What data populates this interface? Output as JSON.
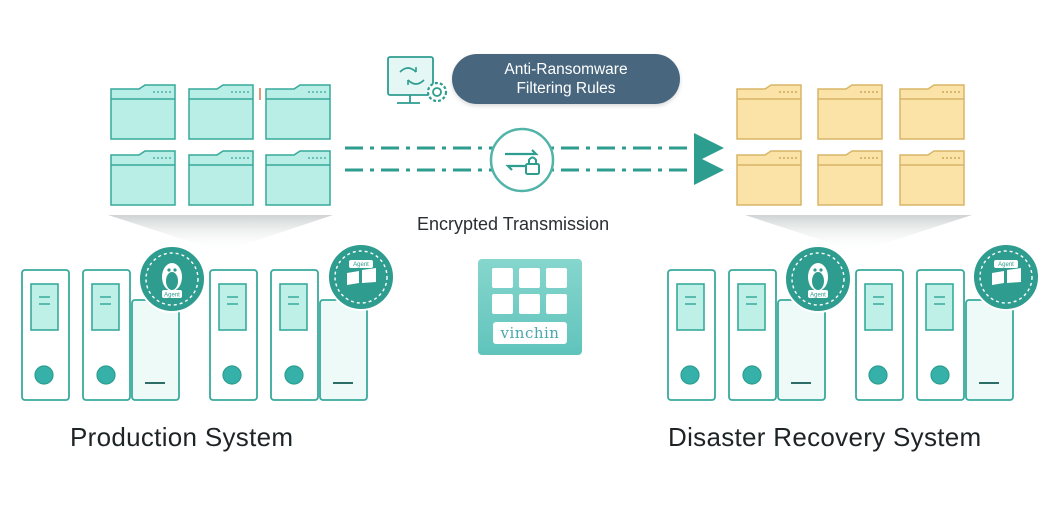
{
  "production_system": {
    "label": "Production System"
  },
  "disaster_recovery_system": {
    "label": "Disaster Recovery System"
  },
  "filtering_rules": {
    "line1": "Anti-Ransomware",
    "line2": "Filtering Rules"
  },
  "transmission": {
    "label": "Encrypted Transmission"
  },
  "brand": {
    "name": "vinchin"
  },
  "agent_badge": {
    "text": "Agent"
  },
  "colors": {
    "teal_accent": "#2d9d8f",
    "folder_teal_fill": "#b8eee6",
    "folder_teal_stroke": "#35a89a",
    "folder_yellow_fill": "#fbe3a8",
    "folder_yellow_stroke": "#d8b567",
    "pill_bg": "#48677f",
    "server_panel": "#bfeee5",
    "brand_tile": "#8fd8d0"
  },
  "icons": [
    "folder-icon",
    "settings-sync-monitor-icon",
    "encryption-lock-icon",
    "linux-agent-icon",
    "windows-agent-icon",
    "arrow-right-icon",
    "server-icon"
  ]
}
